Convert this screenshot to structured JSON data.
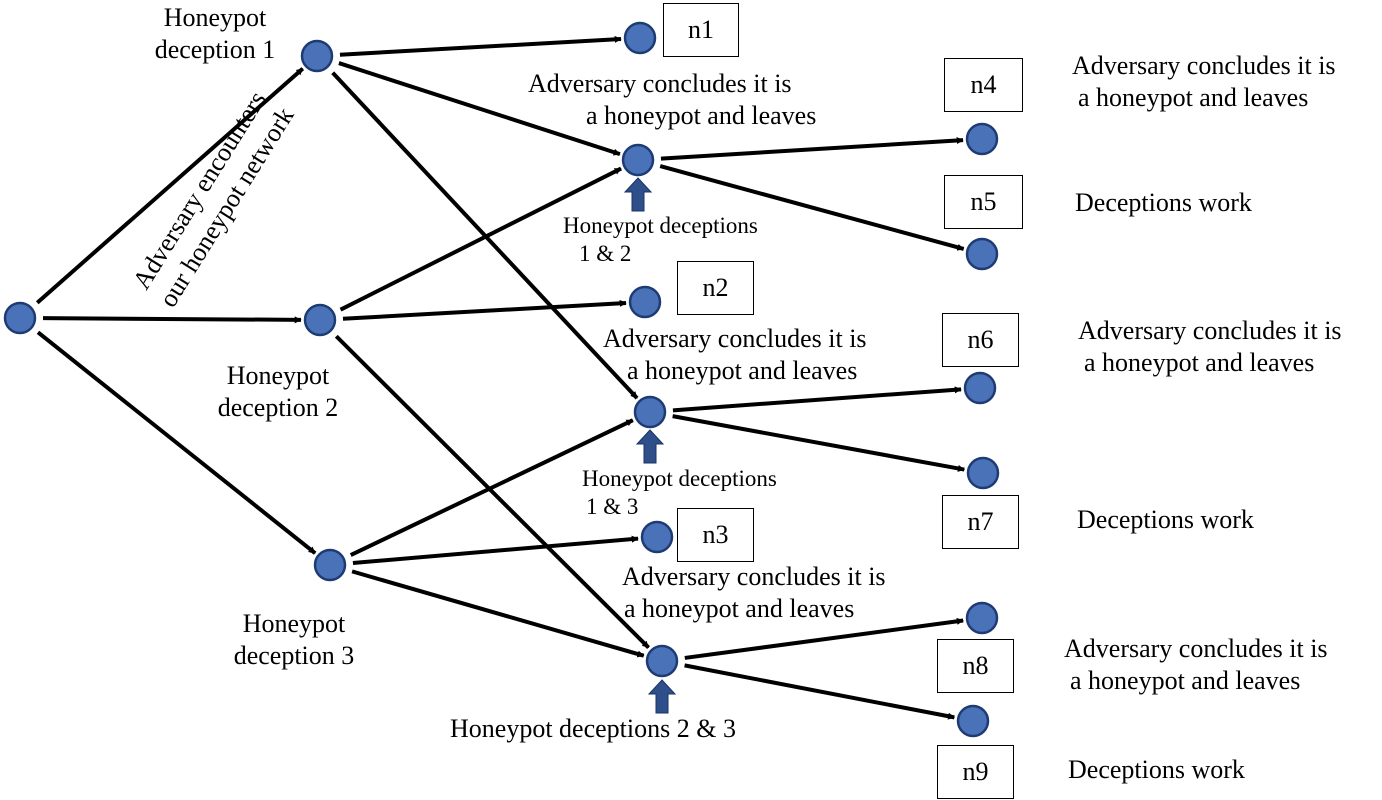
{
  "colors": {
    "node_fill": "#4a72b8",
    "node_stroke": "#1f3b73",
    "edge": "#000000",
    "up_arrow_fill": "#2e4f8a"
  },
  "root_edge_label": "Adversary encounters our honeypot network",
  "root_edge_label_lines": [
    "Adversary encounters",
    "our honeypot network"
  ],
  "deceptions": {
    "d1": [
      "Honeypot",
      "deception 1"
    ],
    "d2": [
      "Honeypot",
      "deception 2"
    ],
    "d3": [
      "Honeypot",
      "deception 3"
    ]
  },
  "combined": {
    "c12": [
      "Honeypot deceptions",
      "1 & 2"
    ],
    "c13": [
      "Honeypot deceptions",
      "1 & 3"
    ],
    "c23": "Honeypot deceptions 2 & 3"
  },
  "outcomes": {
    "leaves": [
      "Adversary concludes it is",
      "a honeypot and leaves"
    ],
    "work": "Deceptions work"
  },
  "boxes": {
    "n1": "n1",
    "n2": "n2",
    "n3": "n3",
    "n4": "n4",
    "n5": "n5",
    "n6": "n6",
    "n7": "n7",
    "n8": "n8",
    "n9": "n9"
  }
}
